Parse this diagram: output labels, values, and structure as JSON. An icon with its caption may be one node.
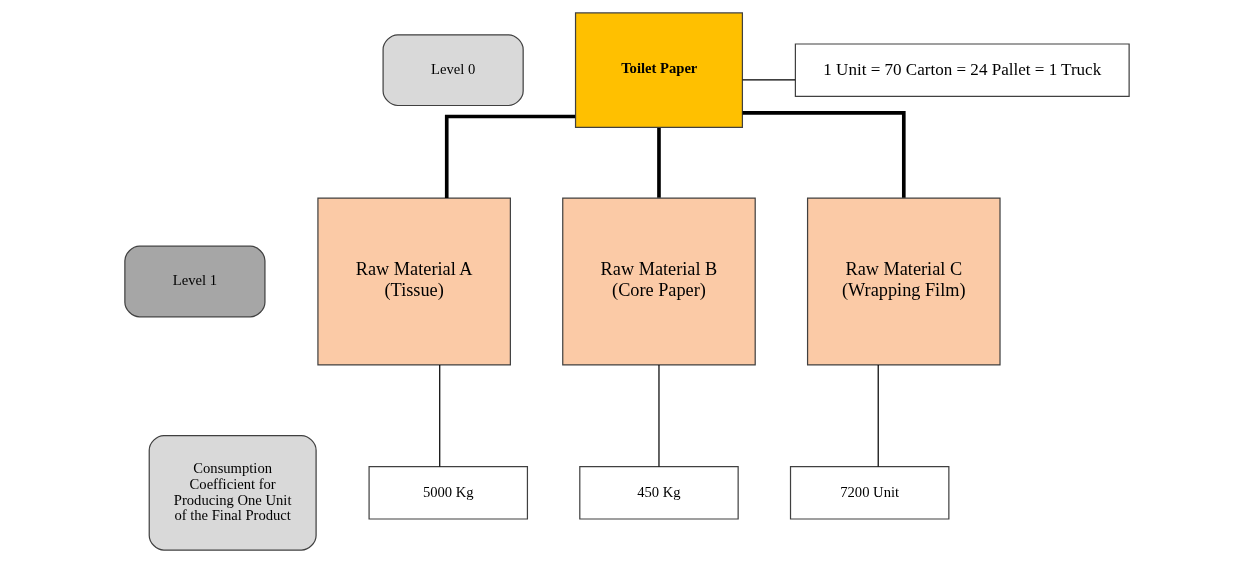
{
  "diagram": {
    "nodes": [
      {
        "text": [
          "Level 0"
        ]
      },
      {
        "text": [
          "Toilet Paper"
        ]
      },
      {
        "text": [
          "1 Unit = 70 Carton = 24 Pallet = 1 Truck"
        ]
      },
      {
        "text": [
          "Level 1"
        ]
      },
      {
        "text": [
          "Raw Material A (Tissue)"
        ]
      },
      {
        "text": [
          "Raw Material B (Core Paper)"
        ]
      },
      {
        "text": [
          "Raw Material C (Wrapping Film)"
        ]
      },
      {
        "text": [
          "Consumption Coefficient for Producing One Unit of the Final Product"
        ]
      },
      {
        "text": [
          "5000 Kg"
        ]
      },
      {
        "text": [
          "450 Kg"
        ]
      },
      {
        "text": [
          "7200 Unit"
        ]
      }
    ],
    "edges": [
      {
        "from": 2,
        "to": 1,
        "arrow": "none"
      },
      {
        "from": 1,
        "to": 4,
        "arrow": "none",
        "style": "thick"
      },
      {
        "from": 1,
        "to": 5,
        "arrow": "none",
        "style": "thick"
      },
      {
        "from": 1,
        "to": 6,
        "arrow": "none",
        "style": "thick"
      },
      {
        "from": 4,
        "to": 8,
        "arrow": "none"
      },
      {
        "from": 5,
        "to": 9,
        "arrow": "none"
      },
      {
        "from": 6,
        "to": 10,
        "arrow": "none"
      }
    ]
  }
}
